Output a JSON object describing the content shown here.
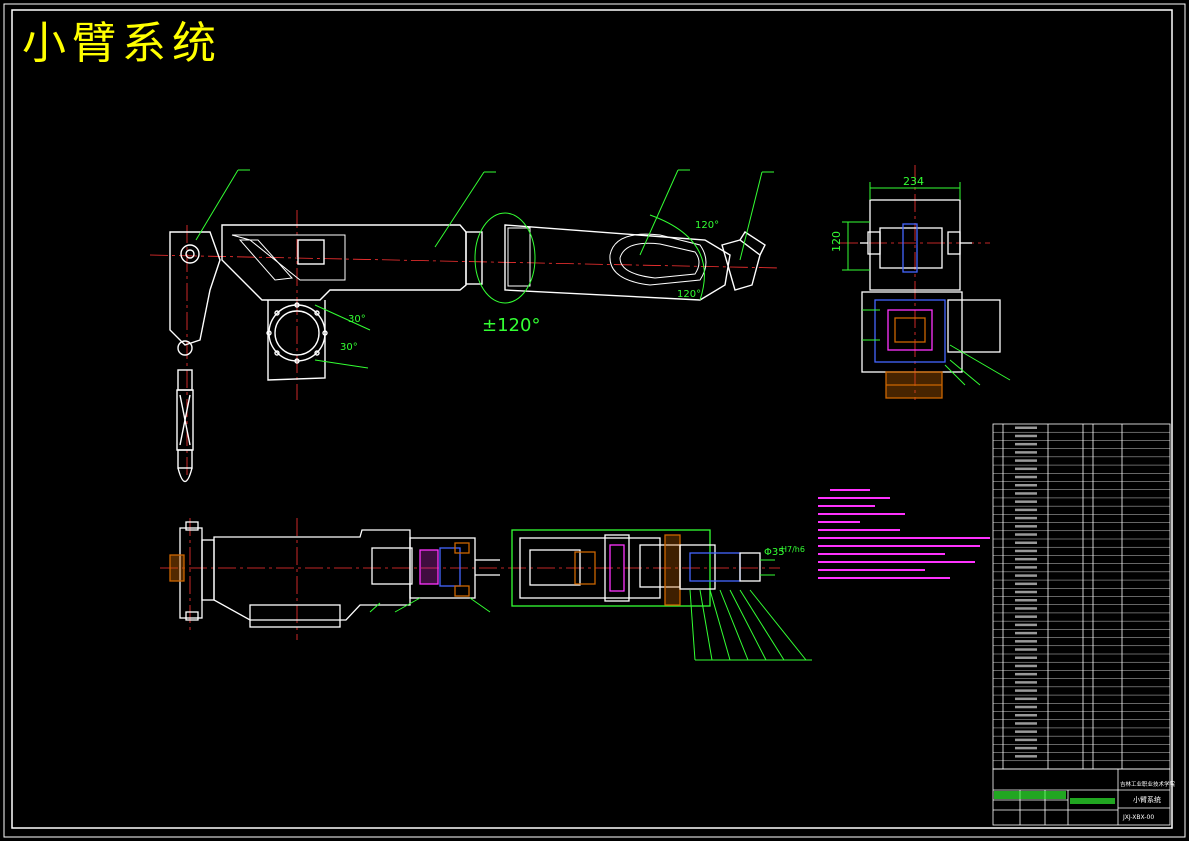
{
  "title": "小臂系统",
  "colors": {
    "background": "#000000",
    "outline": "#ffffff",
    "centerline": "#ff3333",
    "dimension": "#33ff33",
    "notes": "#ff33ff",
    "title": "#ffff00",
    "hatch": "#cc6600",
    "part_blue": "#4466ff"
  },
  "dimensions": {
    "rotation": "±120°",
    "angle_upper": "120°",
    "angle_lower": "120°",
    "angle_30_a": "30°",
    "angle_30_b": "30°",
    "width_top": "234",
    "height_side": "120",
    "bore": "Φ35",
    "fit": "H7/h6"
  },
  "title_block": {
    "school": "吉林工业职业技术学院",
    "drawing_name": "小臂系统",
    "drawing_code": "JXJ-XBX-00"
  }
}
